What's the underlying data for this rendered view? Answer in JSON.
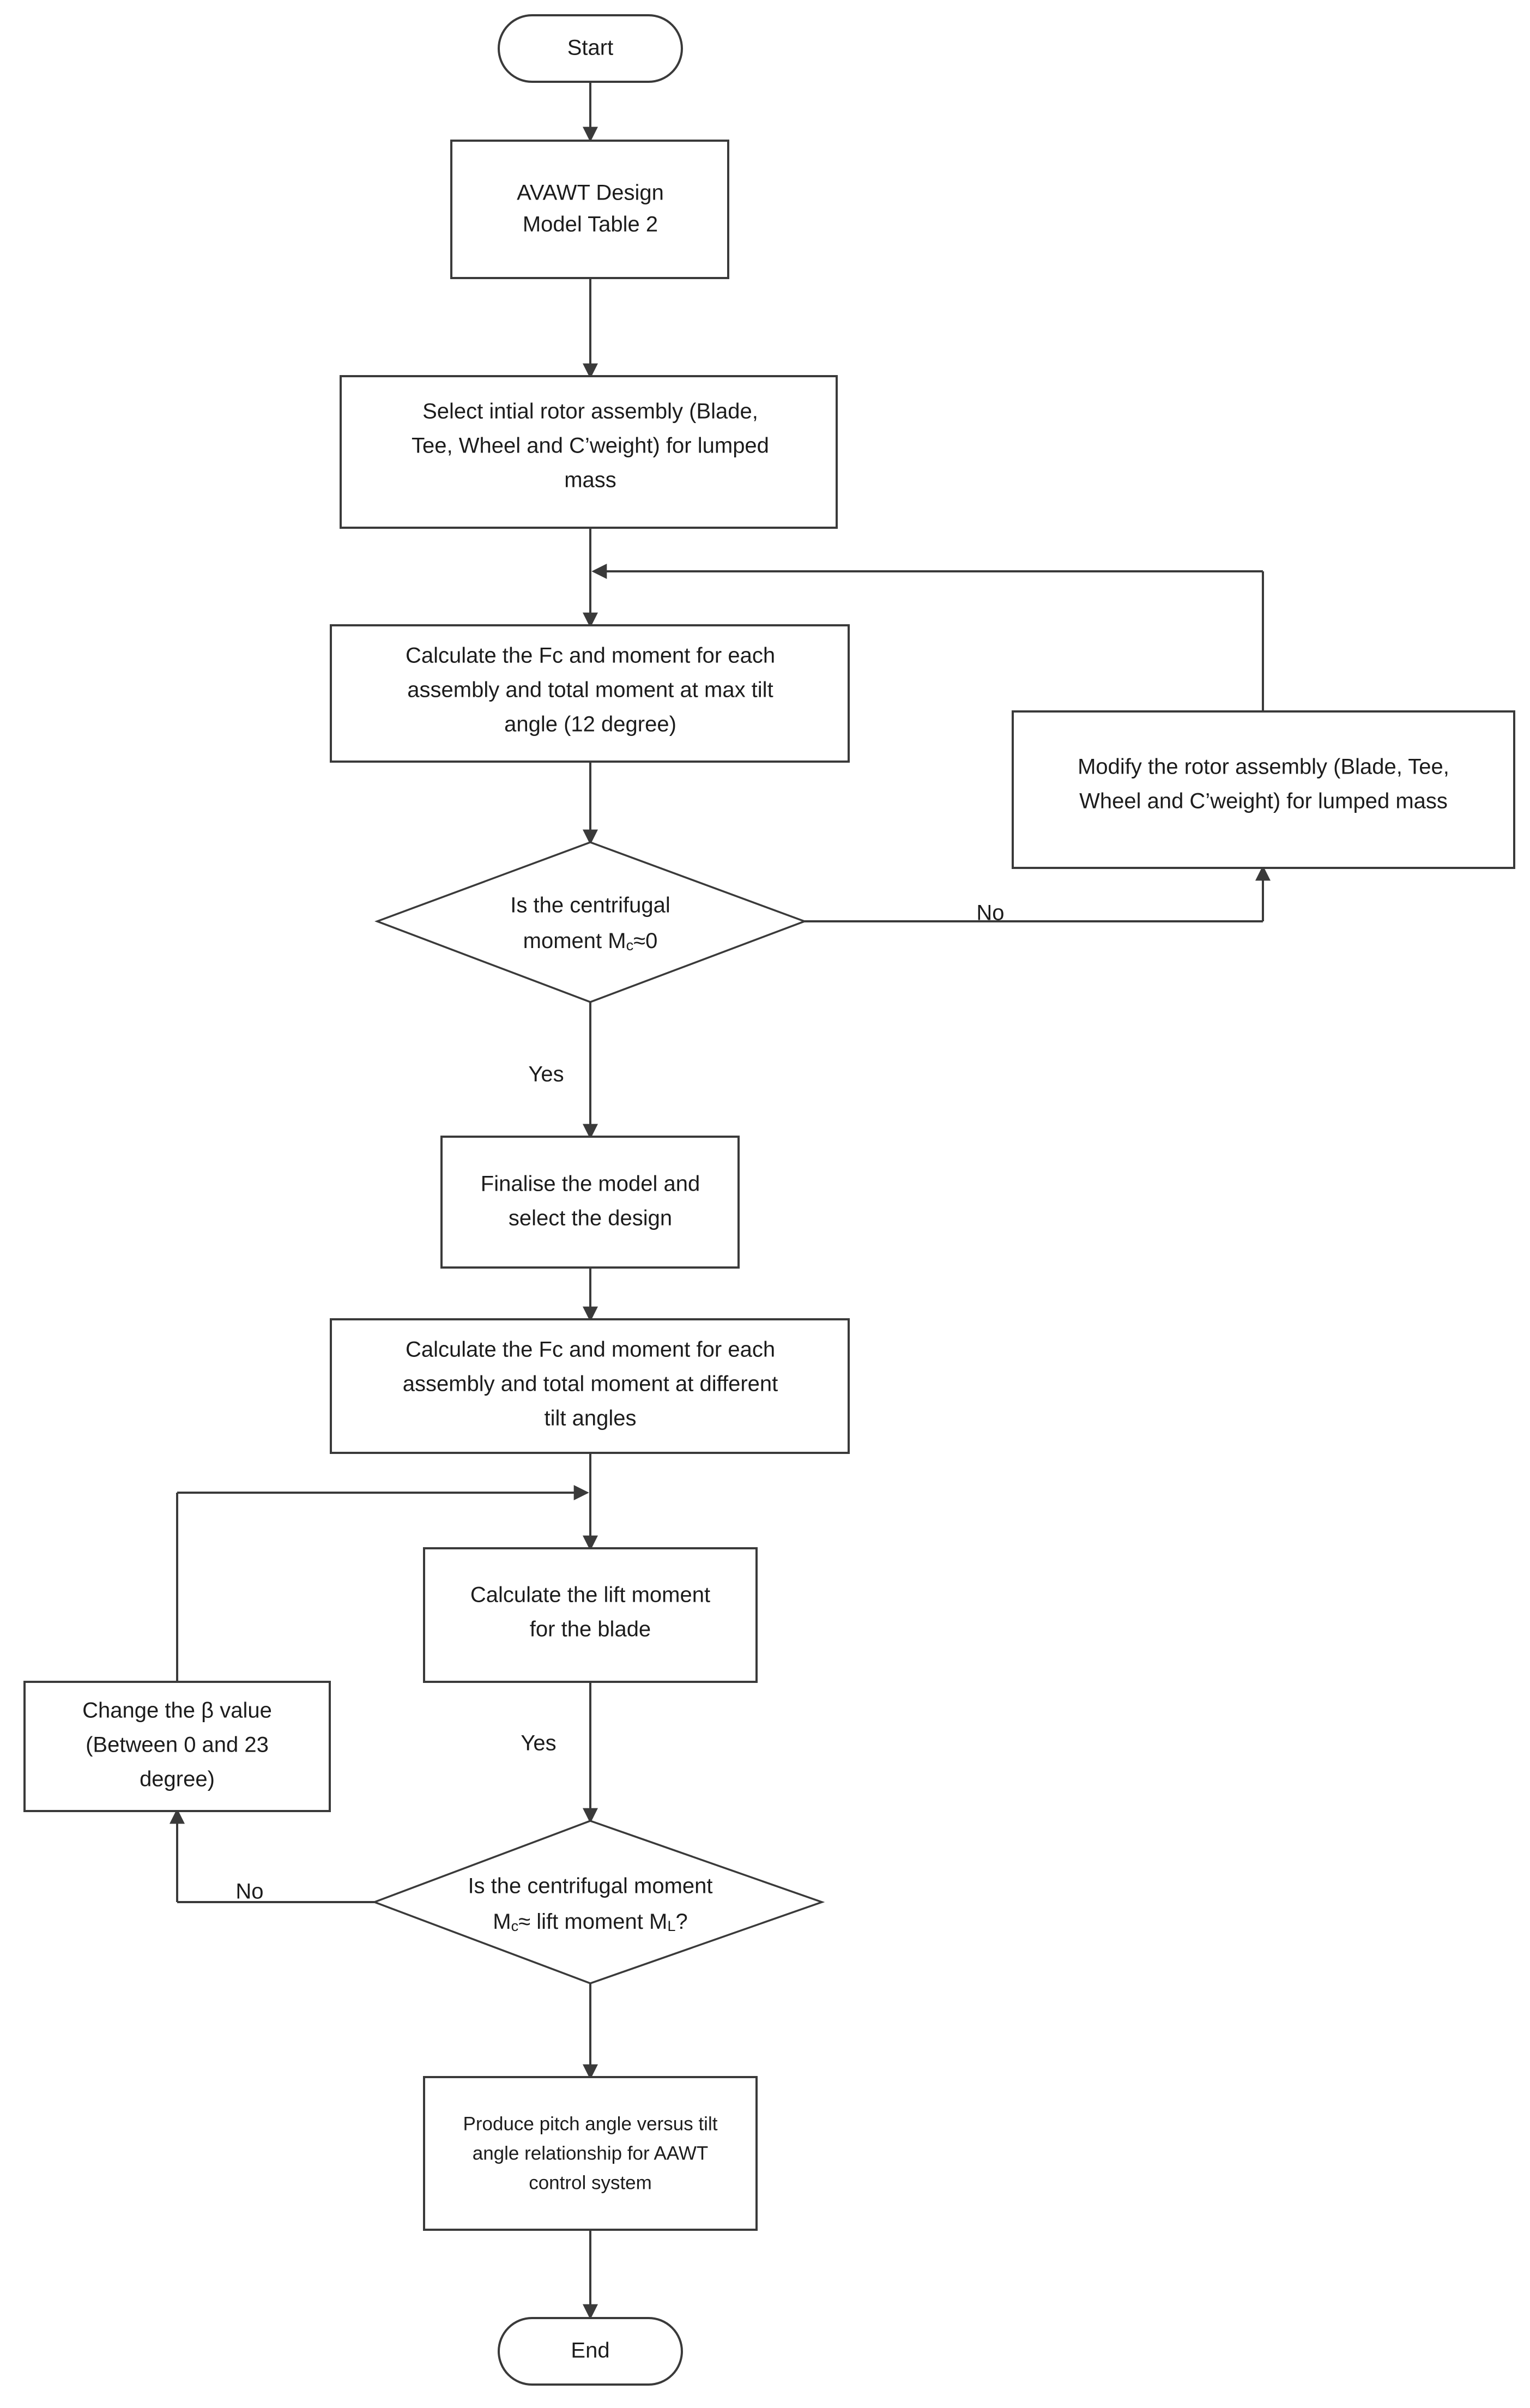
{
  "diagram": {
    "type": "flowchart",
    "title": "AVAWT rotor assembly design flowchart",
    "nodes": [
      {
        "id": "start",
        "shape": "terminator",
        "lines": [
          "Start"
        ]
      },
      {
        "id": "avawt-design-model",
        "shape": "process",
        "lines": [
          "AVAWT Design",
          "Model Table 2"
        ]
      },
      {
        "id": "select-initial-rotor-assembly",
        "shape": "process",
        "lines": [
          "Select intial rotor assembly (Blade,",
          "Tee, Wheel and C’weight) for lumped",
          "mass"
        ]
      },
      {
        "id": "calculate-fc-max-tilt",
        "shape": "process",
        "lines": [
          "Calculate the Fc and moment for each",
          "assembly and total moment at max tilt",
          "angle (12 degree)"
        ]
      },
      {
        "id": "decision-centrifugal-zero",
        "shape": "decision",
        "lines": [
          "Is the centrifugal",
          "moment Mᴄ≈0"
        ],
        "line2_prefix": "moment M",
        "line2_sub": "c",
        "line2_suffix": "≈0"
      },
      {
        "id": "modify-rotor-assembly",
        "shape": "process",
        "lines": [
          "Modify the rotor assembly (Blade, Tee,",
          "Wheel and C’weight) for  lumped mass"
        ]
      },
      {
        "id": "finalise-model",
        "shape": "process",
        "lines": [
          "Finalise the model and",
          "select the design"
        ]
      },
      {
        "id": "calculate-fc-different-tilt",
        "shape": "process",
        "lines": [
          "Calculate the Fc and moment for each",
          "assembly and total moment at different",
          "tilt angles"
        ]
      },
      {
        "id": "calculate-lift-moment",
        "shape": "process",
        "lines": [
          "Calculate the lift moment",
          "for the blade"
        ]
      },
      {
        "id": "change-beta-value",
        "shape": "process",
        "lines": [
          "Change the β value",
          "(Between 0 and 23",
          "degree)"
        ]
      },
      {
        "id": "decision-centrifugal-vs-lift",
        "shape": "decision",
        "lines": [
          "Is the centrifugal moment",
          "Mᴄ≈  lift moment Mʟ?"
        ],
        "line2_prefix": "M",
        "line2_sub1": "c",
        "line2_mid": "≈  lift moment M",
        "line2_sub2": "L",
        "line2_suffix": "?"
      },
      {
        "id": "produce-pitch-angle-relationship",
        "shape": "process",
        "lines": [
          "Produce pitch angle versus tilt",
          "angle relationship for AAWT",
          "control system"
        ]
      },
      {
        "id": "end",
        "shape": "terminator",
        "lines": [
          "End"
        ]
      }
    ],
    "edge_labels": {
      "no_upper": "No",
      "yes_upper": "Yes",
      "yes_lower": "Yes",
      "no_lower": "No"
    },
    "colors": {
      "stroke": "#3a3a3a",
      "text": "#1c1c1c",
      "background": "#ffffff"
    }
  }
}
